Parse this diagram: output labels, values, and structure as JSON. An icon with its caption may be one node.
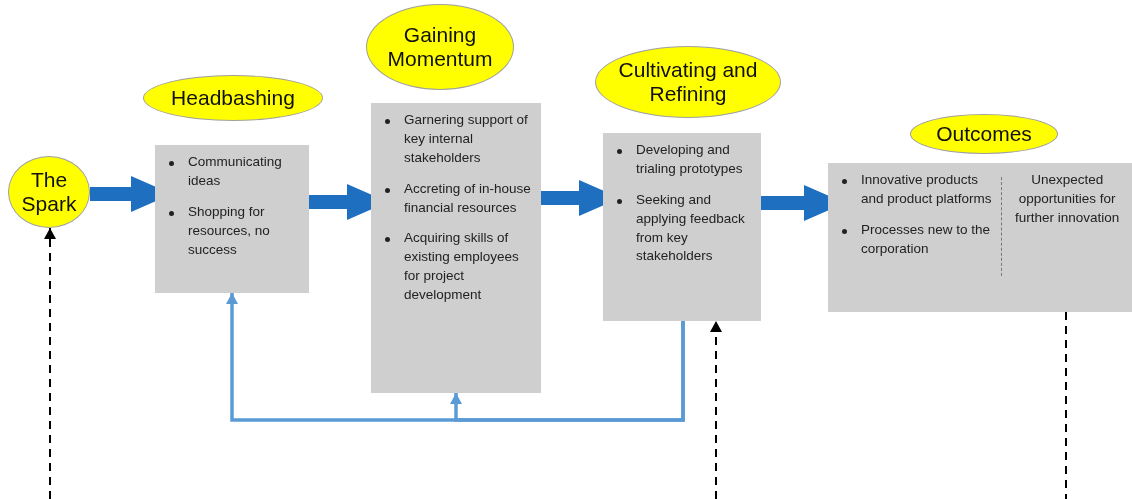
{
  "diagram": {
    "nodes": [
      {
        "text": [
          "The Spark"
        ]
      },
      {
        "text": [
          "Headbashing"
        ]
      },
      {
        "text": [
          "Communicating ideas",
          "Shopping for resources, no success"
        ]
      },
      {
        "text": [
          "Gaining Momentum"
        ]
      },
      {
        "text": [
          "Garnering support of key internal stakeholders",
          "Accreting of in-house financial resources",
          "Acquiring skills of existing employees for project development"
        ]
      },
      {
        "text": [
          "Cultivating and Refining"
        ]
      },
      {
        "text": [
          "Developing and trialing prototypes",
          "Seeking and applying feedback from key stakeholders"
        ]
      },
      {
        "text": [
          "Outcomes"
        ]
      },
      {
        "text": [
          "Innovative products and product platforms",
          "Processes new to the corporation",
          "Unexpected opportunities for further innovation"
        ]
      }
    ],
    "edges": [
      {
        "from": 0,
        "to": 2,
        "arrow": "to",
        "style": "thick",
        "color": "#1f6fc0"
      },
      {
        "from": 2,
        "to": 4,
        "arrow": "to",
        "style": "thick",
        "color": "#1f6fc0"
      },
      {
        "from": 4,
        "to": 6,
        "arrow": "to",
        "style": "thick",
        "color": "#1f6fc0"
      },
      {
        "from": 6,
        "to": 8,
        "arrow": "to",
        "style": "thick",
        "color": "#1f6fc0"
      },
      {
        "from": 6,
        "to": 2,
        "arrow": "to",
        "color": "#5b9bd5"
      },
      {
        "from": 6,
        "to": 4,
        "arrow": "to",
        "color": "#5b9bd5"
      },
      {
        "from": null,
        "to": 0,
        "arrow": "to",
        "style": "dashed",
        "color": "#000000"
      },
      {
        "from": null,
        "to": 6,
        "arrow": "to",
        "style": "dashed",
        "color": "#000000"
      },
      {
        "from": 8,
        "to": null,
        "arrow": "none",
        "style": "dashed",
        "color": "#000000"
      }
    ]
  }
}
